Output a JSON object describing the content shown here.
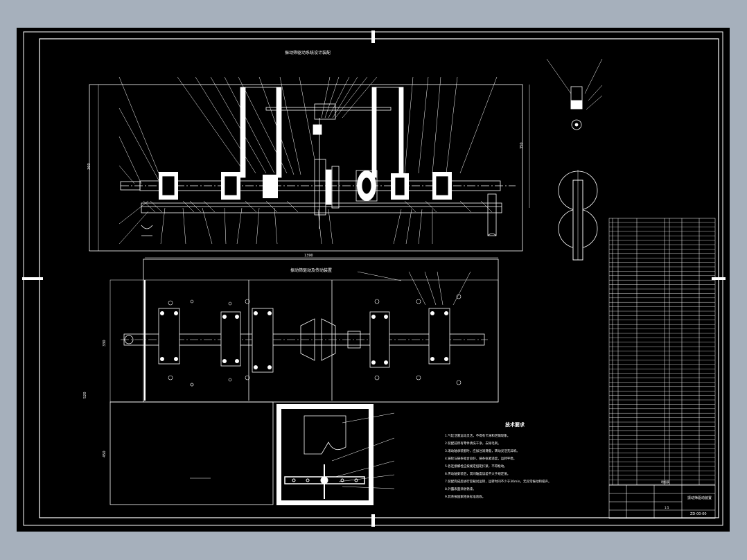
{
  "drawing": {
    "title_main": "振动筛驱动系统设计装配",
    "title_plan": "振动筛驱动及传动装置",
    "note_heading": "技术要求",
    "notes": [
      "1.气缸活塞运动灵活，不得有卡滞和泄漏现象。",
      "2.装配前所有零件清洗干净，去除毛刺。",
      "3.滚动轴承装配时，应加注润滑脂，转动灵活无异响。",
      "4.链轮与链条啮合良好，链条张紧适度，运转平稳。",
      "5.各连接螺栓应按规定扭矩拧紧，不得松动。",
      "6.传动轴安装后，其同轴度误差不大于规定值。",
      "7.装配完成后进行空载试运转，运转时间不少于30min，无异常振动和噪声。",
      "8.外露表面涂防锈漆。",
      "9.其余按国家相关标准验收。"
    ],
    "dims": {
      "overall_width": "1390",
      "height_left": "360",
      "height_right": "350",
      "plan_width": "520",
      "plan_height": "330",
      "lower_height": "450"
    },
    "title_block": {
      "name": "振动筛驱动装置",
      "code": "ZD-00-00",
      "scale": "1:5"
    },
    "bom_title": "明细表",
    "colors": {
      "viewport": "#000000",
      "frame": "#a6b0bc",
      "line": "#ffffff"
    }
  }
}
